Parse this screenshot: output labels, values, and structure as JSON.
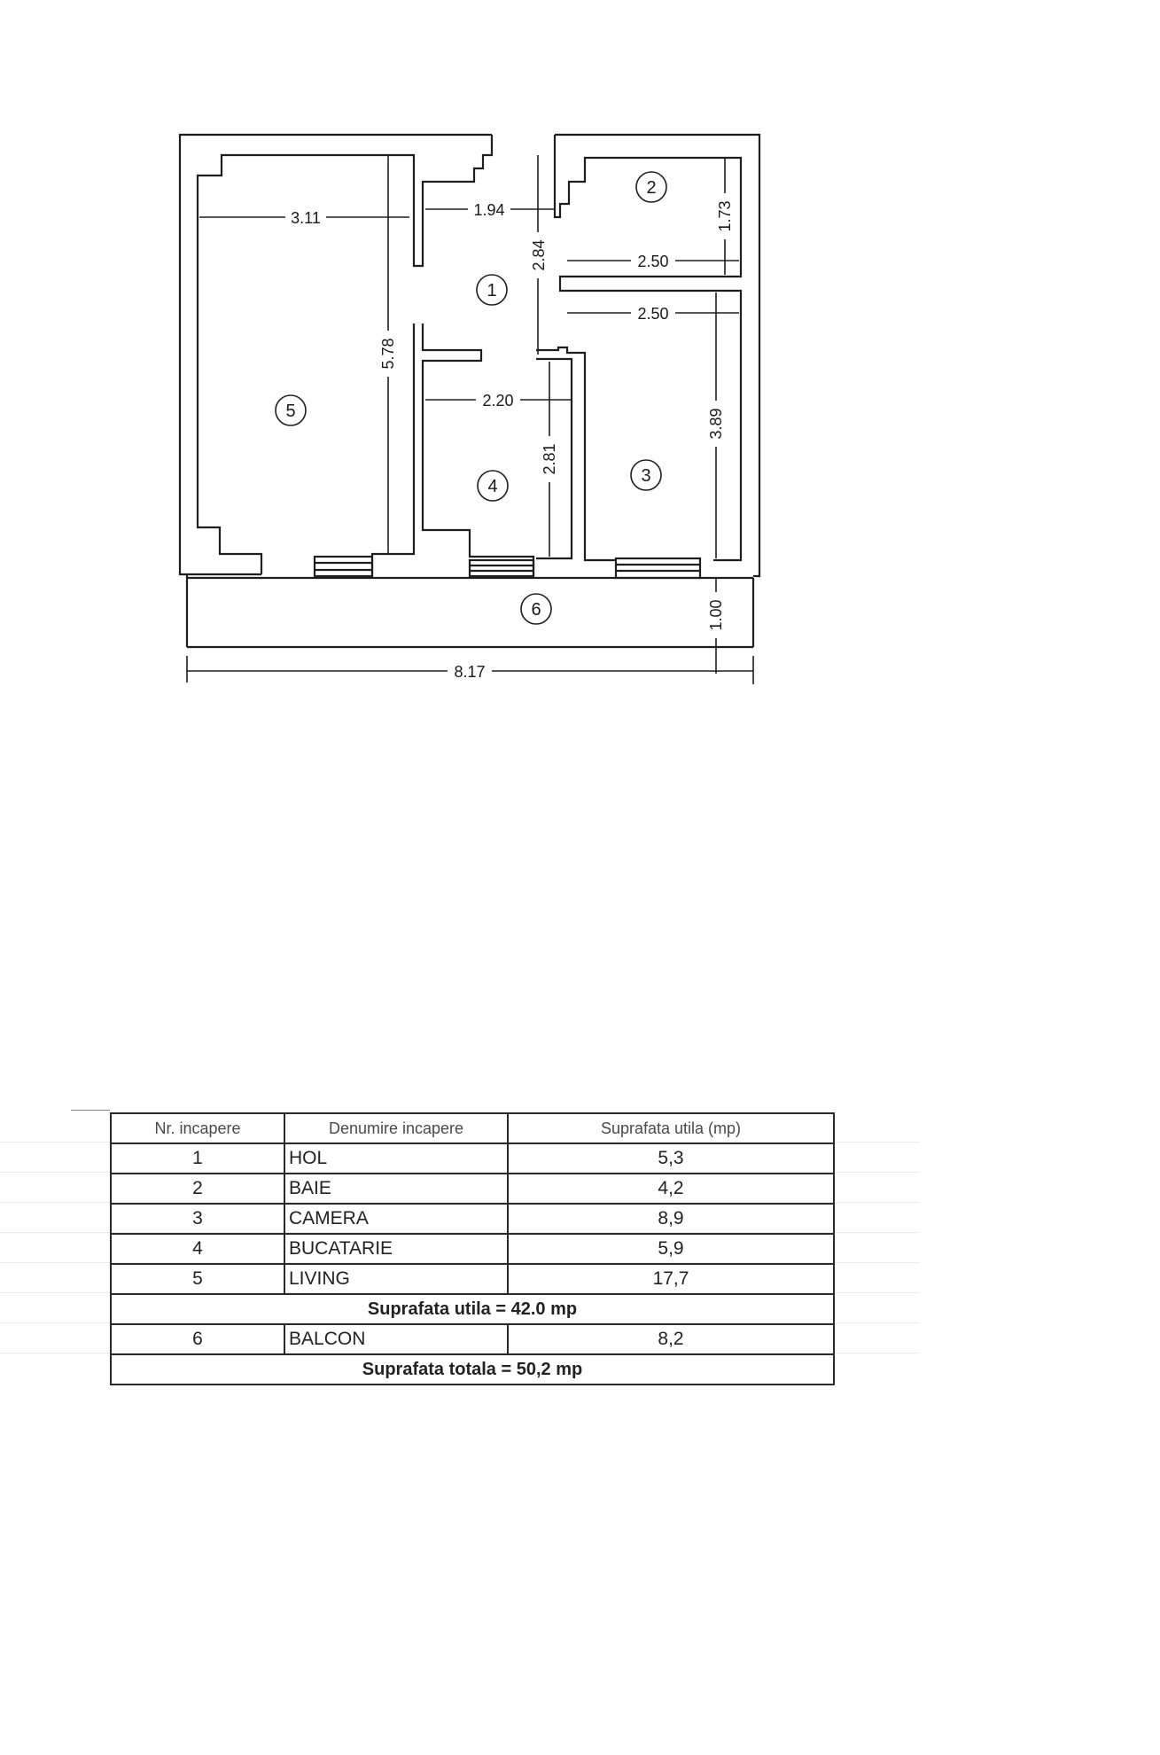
{
  "plan": {
    "dimensions": {
      "d_311": "3.11",
      "d_194": "1.94",
      "d_284": "2.84",
      "d_173": "1.73",
      "d_250a": "2.50",
      "d_250b": "2.50",
      "d_578": "5.78",
      "d_220": "2.20",
      "d_281": "2.81",
      "d_389": "3.89",
      "d_100": "1.00",
      "d_817": "8.17"
    },
    "rooms": {
      "r1": "1",
      "r2": "2",
      "r3": "3",
      "r4": "4",
      "r5": "5",
      "r6": "6"
    }
  },
  "table": {
    "headers": {
      "nr": "Nr. incapere",
      "name": "Denumire incapere",
      "area": "Suprafata utila (mp)"
    },
    "rows": [
      {
        "nr": "1",
        "name": "HOL",
        "area": "5,3"
      },
      {
        "nr": "2",
        "name": "BAIE",
        "area": "4,2"
      },
      {
        "nr": "3",
        "name": "CAMERA",
        "area": "8,9"
      },
      {
        "nr": "4",
        "name": "BUCATARIE",
        "area": "5,9"
      },
      {
        "nr": "5",
        "name": "LIVING",
        "area": "17,7"
      }
    ],
    "useful_total": "Suprafata utila = 42.0 mp",
    "balcony": {
      "nr": "6",
      "name": "BALCON",
      "area": "8,2"
    },
    "grand_total": "Suprafata totala = 50,2 mp"
  }
}
